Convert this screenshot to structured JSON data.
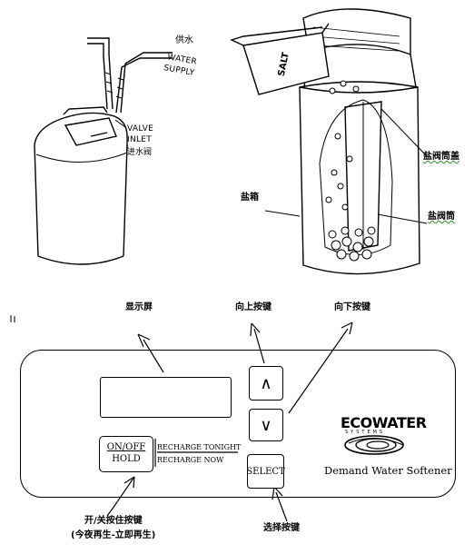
{
  "softener_figure": {
    "label_supply_cn": "供水",
    "label_supply_en_1": "WATER",
    "label_supply_en_2": "SUPPLY",
    "label_inlet_en_1": "VALVE",
    "label_inlet_en_2": "INLET",
    "label_inlet_cn": "进水阀"
  },
  "brine_figure": {
    "salt_bag_text": "SALT",
    "label_brine_tank": "盐箱",
    "label_brine_cap": "盐阀筒盖",
    "label_brine_well": "盐阀筒"
  },
  "control_panel": {
    "label_display": "显示屏",
    "label_up_key": "向上按键",
    "label_down_key": "向下按键",
    "up_symbol": "∧",
    "down_symbol": "∨",
    "select_label": "SELECT",
    "onoff_top": "ON/OFF",
    "onoff_bottom": "HOLD",
    "recharge_tonight": "RECHARGE TONIGHT",
    "recharge_now": "RECHARGE NOW",
    "logo_text": "ECOWATER",
    "logo_sub": "SYSTEMS",
    "product_name": "Demand Water Softener",
    "label_onoff_1": "开/关按住按键",
    "label_onoff_2": "(今夜再生-立即再生)",
    "label_select": "选择按键"
  }
}
